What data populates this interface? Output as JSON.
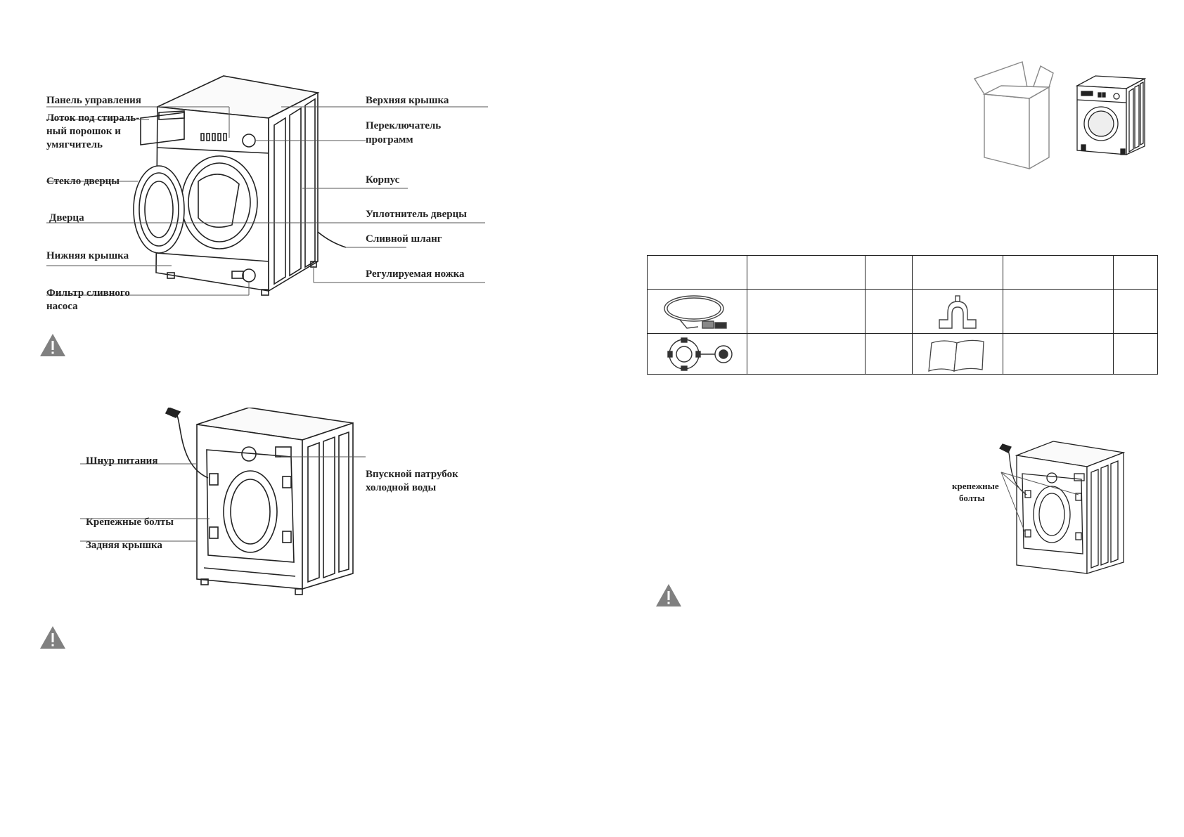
{
  "front_diagram": {
    "left_labels": [
      "Панель управления",
      "Лоток под стираль-",
      "ный порошок и",
      "умягчитель",
      "Стекло дверцы",
      "Дверца",
      "Нижняя крышка",
      "Фильтр сливного",
      "насоса"
    ],
    "right_labels": [
      "Верхняя крышка",
      "Переключатель",
      "программ",
      "Корпус",
      "Уплотнитель дверцы",
      "Сливной шланг",
      "Регулируемая ножка"
    ]
  },
  "back_diagram": {
    "labels": [
      "Шнур питания",
      "Впускной патрубок",
      "холодной воды",
      "Крепежные болты",
      "Задняя крышка"
    ]
  },
  "bolts_diagram": {
    "labels": [
      "крепежные",
      "болты"
    ]
  },
  "icons": {
    "warning": "warning-triangle-icon",
    "box": "cardboard-box-icon",
    "washer": "washing-machine-icon",
    "hose": "inlet-hose-icon",
    "plugs": "transport-hole-caps-icon",
    "hose_holder": "hose-holder-icon",
    "manual": "user-manual-icon"
  },
  "colors": {
    "line": "#222222",
    "warning": "#808080",
    "page": "#ffffff"
  }
}
